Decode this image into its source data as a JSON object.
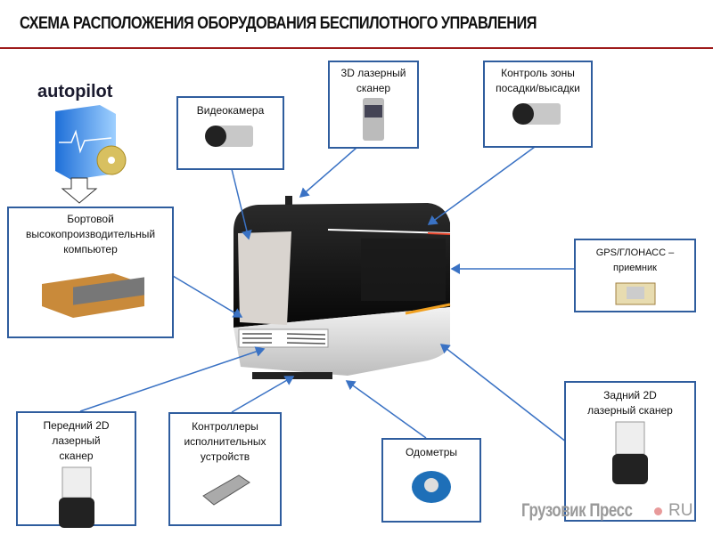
{
  "title": "СХЕМА РАСПОЛОЖЕНИЯ ОБОРУДОВАНИЯ БЕСПИЛОТНОГО УПРАВЛЕНИЯ",
  "software_label": "autopilot",
  "components": {
    "camera": "Видеокамера",
    "scanner_3d": "3D лазерный сканер",
    "boarding_control": "Контроль зоны посадки/высадки",
    "computer": "Бортовой высокопроизводительный компьютер",
    "gps": "GPS/ГЛОНАСС – приемник",
    "rear_scanner": "Задний 2D лазерный сканер",
    "front_scanner": "Передний 2D лазерный сканер",
    "controllers": "Контроллеры исполнительных устройств",
    "odometers": "Одометры"
  },
  "watermark": {
    "name": "Грузовик Пресс",
    "domain": "RU"
  },
  "colors": {
    "accent_line": "#9e1b1b",
    "box_border": "#2f5d9e",
    "connector": "#3a72c4"
  }
}
